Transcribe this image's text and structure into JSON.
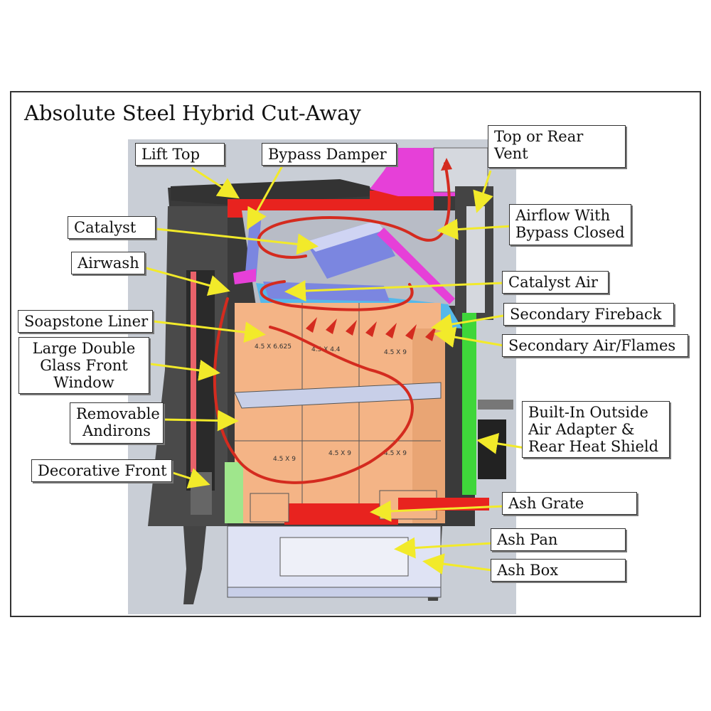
{
  "title": "Absolute Steel Hybrid Cut-Away",
  "labels": {
    "lift_top": "Lift Top",
    "bypass_damper": "Bypass Damper",
    "top_rear_vent_1": "Top or Rear",
    "top_rear_vent_2": "Vent",
    "catalyst": "Catalyst",
    "airflow_1": "Airflow With",
    "airflow_2": "Bypass Closed",
    "airwash": "Airwash",
    "catalyst_air": "Catalyst Air",
    "soapstone_liner": "Soapstone Liner",
    "secondary_fireback": "Secondary Fireback",
    "large_glass_1": "Large Double",
    "large_glass_2": "Glass Front",
    "large_glass_3": "Window",
    "secondary_air": "Secondary Air/Flames",
    "andirons_1": "Removable",
    "andirons_2": "Andirons",
    "outside_air_1": "Built-In Outside",
    "outside_air_2": "Air Adapter &",
    "outside_air_3": "Rear Heat Shield",
    "decorative_front": "Decorative Front",
    "ash_grate": "Ash Grate",
    "ash_pan": "Ash Pan",
    "ash_box": "Ash Box"
  },
  "brick_stamps": [
    "4.5 X 6.625",
    "4.5 X 4.4",
    "4.5 X 9",
    "4.5 X 9",
    "4.5 X 9",
    "4.5 X 9"
  ],
  "colors": {
    "backdrop": "#c9ced6",
    "body": "#3a3a3a",
    "soapstone": "#f4b486",
    "red_part": "#e8231f",
    "magenta_part": "#e640d8",
    "blue_part": "#7b86e0",
    "cyan_part": "#55b8ea",
    "green_part": "#3fd63a",
    "arrow": "#f2ea2a",
    "flow": "#d42b1f"
  }
}
